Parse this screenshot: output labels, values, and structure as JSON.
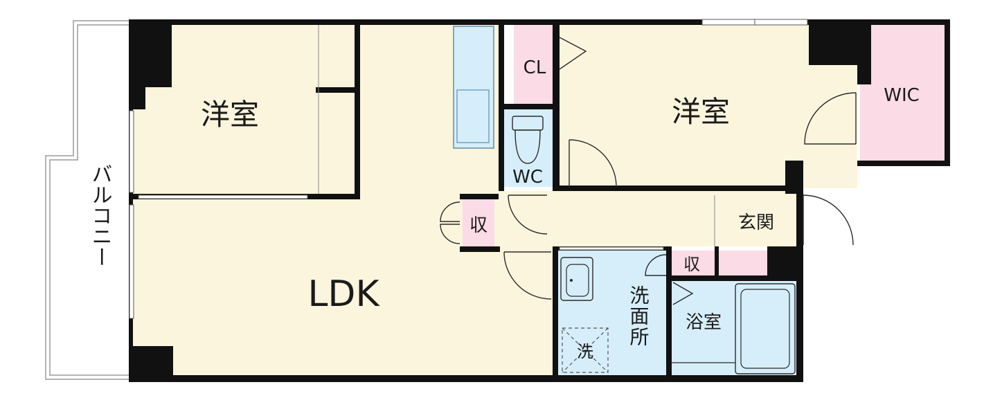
{
  "floorplan": {
    "rooms": {
      "western_room_left": "洋室",
      "western_room_right": "洋室",
      "ldk": "LDK",
      "closet": "CL",
      "walk_in_closet": "WIC",
      "toilet": "WC",
      "storage_ldk": "収",
      "storage_hall": "収",
      "entrance": "玄関",
      "washroom": "洗面所",
      "bathroom": "浴室",
      "washer": "洗",
      "balcony": "バルコニー"
    },
    "colors": {
      "floor": "#fcf5dd",
      "wet_area": "#d6eefa",
      "closet": "#fadbe6",
      "wall": "#111111"
    }
  }
}
